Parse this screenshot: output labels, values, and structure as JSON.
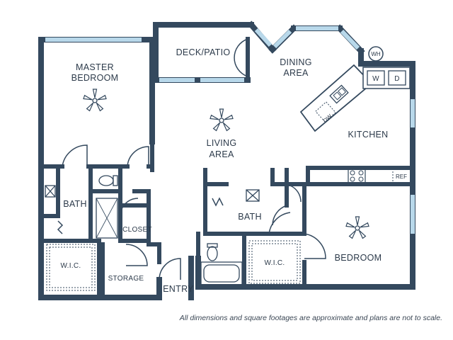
{
  "colors": {
    "wall": "#34495e",
    "window": "#b8d8ea",
    "fixture": "#34495e",
    "text": "#2c3a4a"
  },
  "rooms": {
    "master_bedroom": [
      "MASTER",
      "BEDROOM"
    ],
    "deck_patio": "DECK/PATIO",
    "dining_area": [
      "DINING",
      "AREA"
    ],
    "kitchen": "KITCHEN",
    "living_area": [
      "LIVING",
      "AREA"
    ],
    "bath_left": "BATH",
    "bath_center": "BATH",
    "closet": "CLOSET",
    "wic_left": "W.I.C.",
    "wic_right": "W.I.C.",
    "storage": "STORAGE",
    "entry": "ENTRY",
    "bedroom": "BEDROOM"
  },
  "appliances": {
    "wh": "WH",
    "washer": "W",
    "dryer": "D",
    "dishwasher": "DW",
    "refrigerator": "REF"
  },
  "icons": [
    "ceiling-fan-icon",
    "toilet-icon",
    "sink-icon",
    "bathtub-icon",
    "shower-icon",
    "range-icon"
  ],
  "disclaimer": "All dimensions and square footages are approximate and plans are not to scale."
}
